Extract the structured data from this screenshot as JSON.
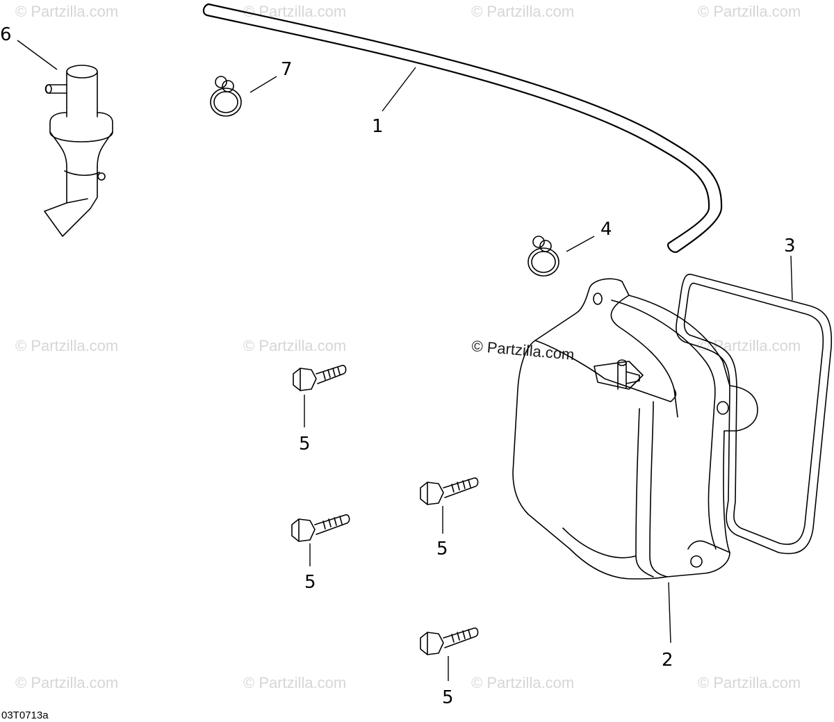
{
  "watermark": "© Partzilla.com",
  "drawing_code": "03T0713a",
  "callouts": {
    "hose": "1",
    "valve_cover": "2",
    "gasket": "3",
    "clamp_small": "4",
    "screw_a": "5",
    "screw_b": "5",
    "screw_c": "5",
    "screw_d": "5",
    "breather_valve": "6",
    "clamp_large": "7"
  }
}
